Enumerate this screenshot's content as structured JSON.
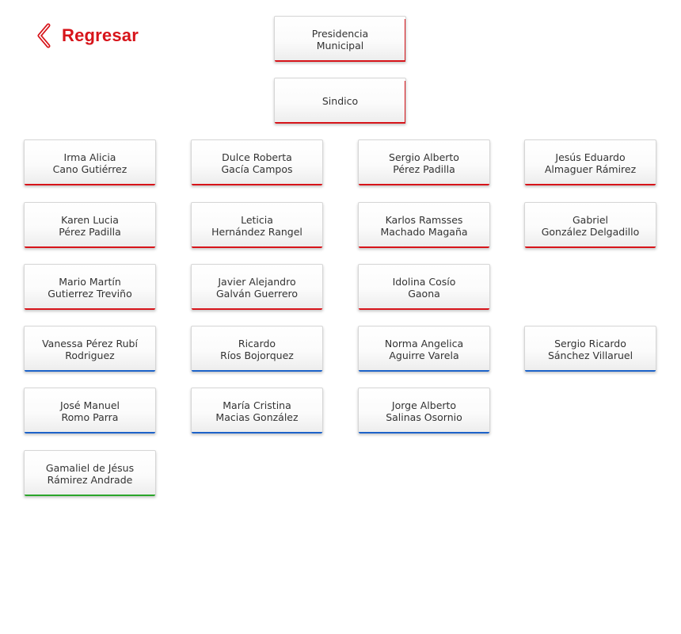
{
  "header": {
    "back_label": "Regresar"
  },
  "colors": {
    "red": "#d7141a",
    "blue": "#1d63c9",
    "green": "#2aa52a"
  },
  "top": {
    "presidencia": {
      "line1": "Presidencia",
      "line2": "Municipal"
    },
    "sindico": {
      "line1": "Sindico"
    }
  },
  "members": {
    "r1c1": {
      "line1": "Irma Alicia",
      "line2": "Cano Gutiérrez"
    },
    "r1c2": {
      "line1": "Dulce Roberta",
      "line2": "Gacía Campos"
    },
    "r1c3": {
      "line1": "Sergio Alberto",
      "line2": "Pérez Padilla"
    },
    "r1c4": {
      "line1": "Jesús Eduardo",
      "line2": "Almaguer Rámirez"
    },
    "r2c1": {
      "line1": "Karen Lucia",
      "line2": "Pérez Padilla"
    },
    "r2c2": {
      "line1": "Leticia",
      "line2": "Hernández Rangel"
    },
    "r2c3": {
      "line1": "Karlos Ramsses",
      "line2": "Machado Magaña"
    },
    "r2c4": {
      "line1": "Gabriel",
      "line2": "González Delgadillo"
    },
    "r3c1": {
      "line1": "Mario Martín",
      "line2": "Gutierrez Treviño"
    },
    "r3c2": {
      "line1": "Javier Alejandro",
      "line2": "Galván Guerrero"
    },
    "r3c3": {
      "line1": "Idolina Cosío",
      "line2": "Gaona"
    },
    "r4c1": {
      "line1": "Vanessa Pérez Rubí",
      "line2": "Rodriguez"
    },
    "r4c2": {
      "line1": "Ricardo",
      "line2": "Ríos Bojorquez"
    },
    "r4c3": {
      "line1": "Norma Angelica",
      "line2": "Aguirre Varela"
    },
    "r4c4": {
      "line1": "Sergio Ricardo",
      "line2": "Sánchez Villaruel"
    },
    "r5c1": {
      "line1": "José Manuel",
      "line2": "Romo Parra"
    },
    "r5c2": {
      "line1": "María Cristina",
      "line2": "Macias González"
    },
    "r5c3": {
      "line1": "Jorge Alberto",
      "line2": "Salinas Osornio"
    },
    "r6c1": {
      "line1": "Gamaliel de Jésus",
      "line2": "Rámirez Andrade"
    }
  }
}
